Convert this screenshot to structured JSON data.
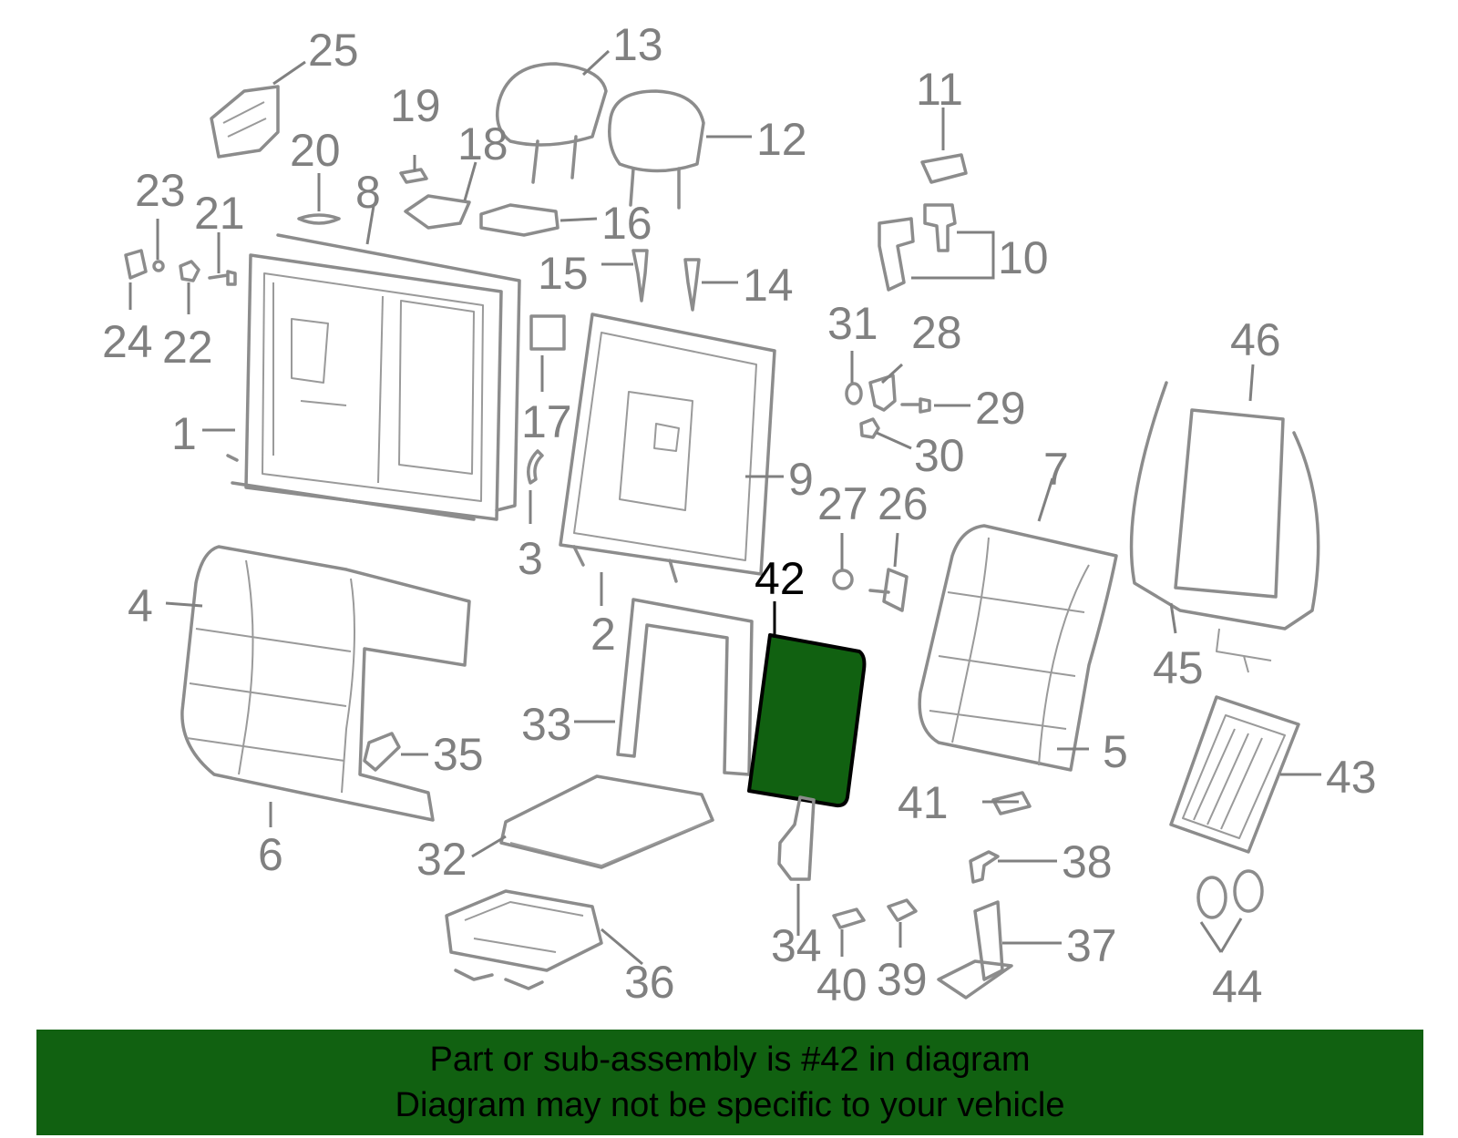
{
  "diagram": {
    "highlight_color": "#116111",
    "highlighted_part": "42",
    "callouts": [
      "1",
      "2",
      "3",
      "4",
      "5",
      "6",
      "7",
      "8",
      "9",
      "10",
      "11",
      "12",
      "13",
      "14",
      "15",
      "16",
      "17",
      "18",
      "19",
      "20",
      "21",
      "22",
      "23",
      "24",
      "25",
      "26",
      "27",
      "28",
      "29",
      "30",
      "31",
      "32",
      "33",
      "34",
      "35",
      "36",
      "37",
      "38",
      "39",
      "40",
      "41",
      "42",
      "43",
      "44",
      "45",
      "46"
    ]
  },
  "banner": {
    "line1": "Part or sub-assembly is #42 in diagram",
    "line2": "Diagram may not be specific to your vehicle",
    "background": "#116111"
  }
}
